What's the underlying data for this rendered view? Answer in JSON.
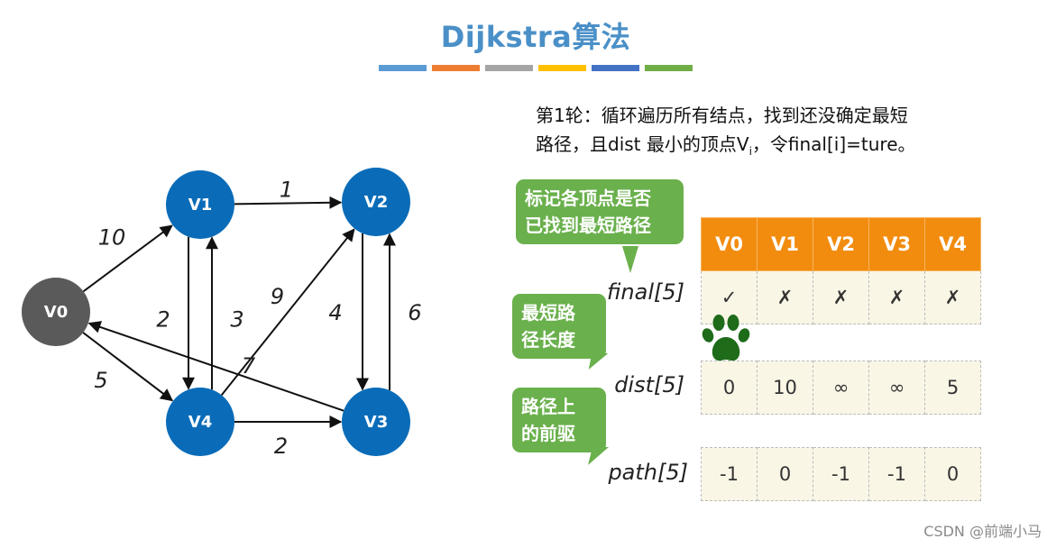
{
  "title": "Dijkstra算法",
  "color_bars": [
    "#5b9bd5",
    "#ed7d31",
    "#a5a5a5",
    "#ffc000",
    "#4472c4",
    "#70ad47"
  ],
  "graph": {
    "nodes": [
      {
        "label": "V0",
        "color": "#5a5a5a"
      },
      {
        "label": "V1",
        "color": "#0a6cb8"
      },
      {
        "label": "V2",
        "color": "#0a6cb8"
      },
      {
        "label": "V3",
        "color": "#0a6cb8"
      },
      {
        "label": "V4",
        "color": "#0a6cb8"
      }
    ],
    "edges": [
      {
        "from": "V0",
        "to": "V1",
        "weight": "10"
      },
      {
        "from": "V0",
        "to": "V4",
        "weight": "5"
      },
      {
        "from": "V1",
        "to": "V2",
        "weight": "1"
      },
      {
        "from": "V1",
        "to": "V4",
        "weight": "2"
      },
      {
        "from": "V4",
        "to": "V1",
        "weight": "3"
      },
      {
        "from": "V4",
        "to": "V2",
        "weight": "9"
      },
      {
        "from": "V2",
        "to": "V3",
        "weight": "4"
      },
      {
        "from": "V3",
        "to": "V2",
        "weight": "6"
      },
      {
        "from": "V3",
        "to": "V0",
        "weight": "7"
      },
      {
        "from": "V4",
        "to": "V3",
        "weight": "2"
      }
    ]
  },
  "description": {
    "line1": "第1轮：循环遍历所有结点，找到还没确定最短",
    "line2_a": "路径，且dist 最小的顶点V",
    "line2_sub": "i",
    "line2_b": "，令final[i]=ture。"
  },
  "bubbles": {
    "final": {
      "line1": "标记各顶点是否",
      "line2": "已找到最短路径",
      "color": "#6ab04c"
    },
    "dist": {
      "line1": "最短路",
      "line2": "径长度",
      "color": "#6ab04c"
    },
    "path": {
      "line1": "路径上",
      "line2": "的前驱",
      "color": "#6ab04c"
    }
  },
  "arrays": {
    "headers": [
      "V0",
      "V1",
      "V2",
      "V3",
      "V4"
    ],
    "final": {
      "label": "final[5]",
      "values": [
        "✓",
        "✗",
        "✗",
        "✗",
        "✗"
      ]
    },
    "dist": {
      "label": "dist[5]",
      "values": [
        "0",
        "10",
        "∞",
        "∞",
        "5"
      ]
    },
    "path": {
      "label": "path[5]",
      "values": [
        "-1",
        "0",
        "-1",
        "-1",
        "0"
      ]
    }
  },
  "paw_color": "#1e6b1a",
  "watermark": "CSDN @前端小马"
}
